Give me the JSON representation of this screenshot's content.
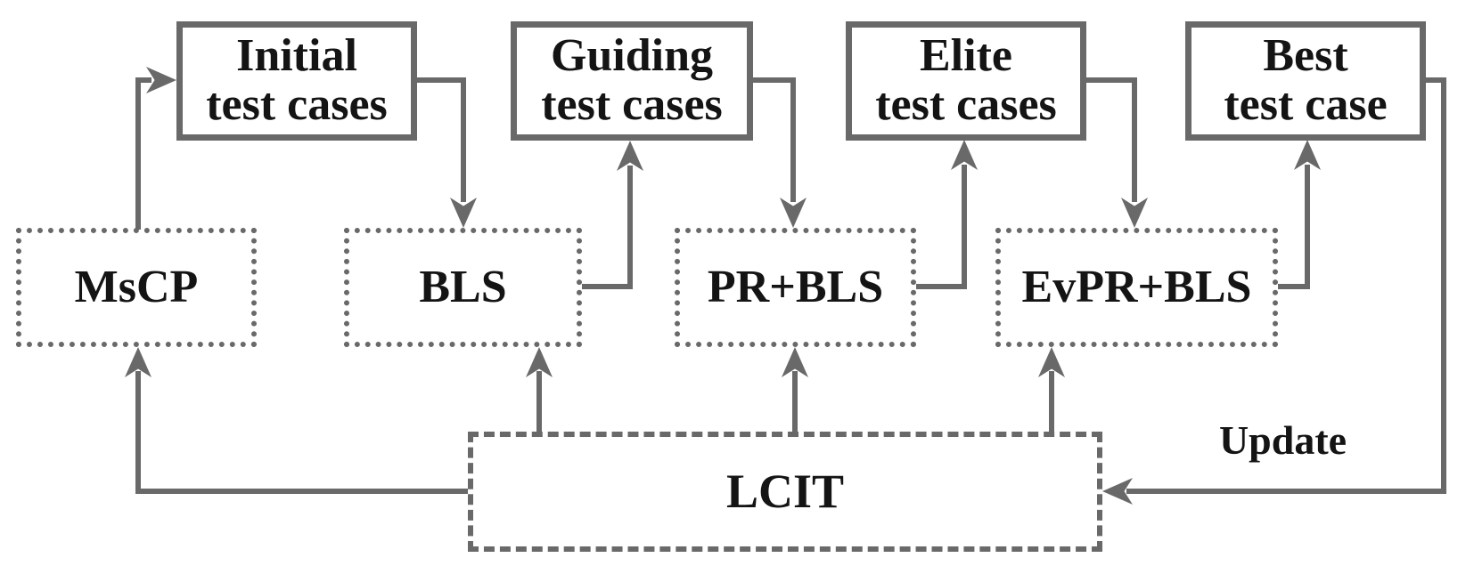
{
  "colors": {
    "line": "#696969",
    "text": "#141414",
    "background": "#ffffff"
  },
  "diagram": {
    "top_row": [
      {
        "id": "initial",
        "label": "Initial\ntest cases"
      },
      {
        "id": "guiding",
        "label": "Guiding\ntest cases"
      },
      {
        "id": "elite",
        "label": "Elite\ntest cases"
      },
      {
        "id": "best",
        "label": "Best\ntest case"
      }
    ],
    "middle_row": [
      {
        "id": "mscp",
        "label": "MsCP"
      },
      {
        "id": "bls",
        "label": "BLS"
      },
      {
        "id": "pr_bls",
        "label": "PR+BLS"
      },
      {
        "id": "evpr_bls",
        "label": "EvPR+BLS"
      }
    ],
    "bottom_box": {
      "id": "lcit",
      "label": "LCIT"
    },
    "annotations": {
      "update_label": "Update"
    }
  }
}
